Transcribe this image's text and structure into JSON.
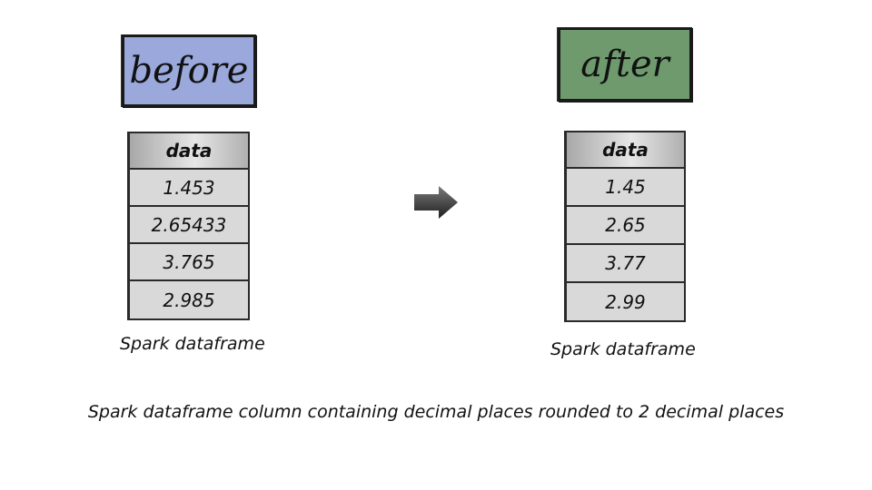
{
  "before": {
    "title": "before",
    "table_header": "data",
    "values": [
      "1.453",
      "2.65433",
      "3.765",
      "2.985"
    ],
    "caption": "Spark dataframe",
    "color": "#9aa8dc"
  },
  "after": {
    "title": "after",
    "table_header": "data",
    "values": [
      "1.45",
      "2.65",
      "3.77",
      "2.99"
    ],
    "caption": "Spark dataframe",
    "color": "#6e9a6e"
  },
  "arrow_icon": "right-arrow-icon",
  "footer": "Spark dataframe column containing decimal places rounded to 2 decimal places"
}
